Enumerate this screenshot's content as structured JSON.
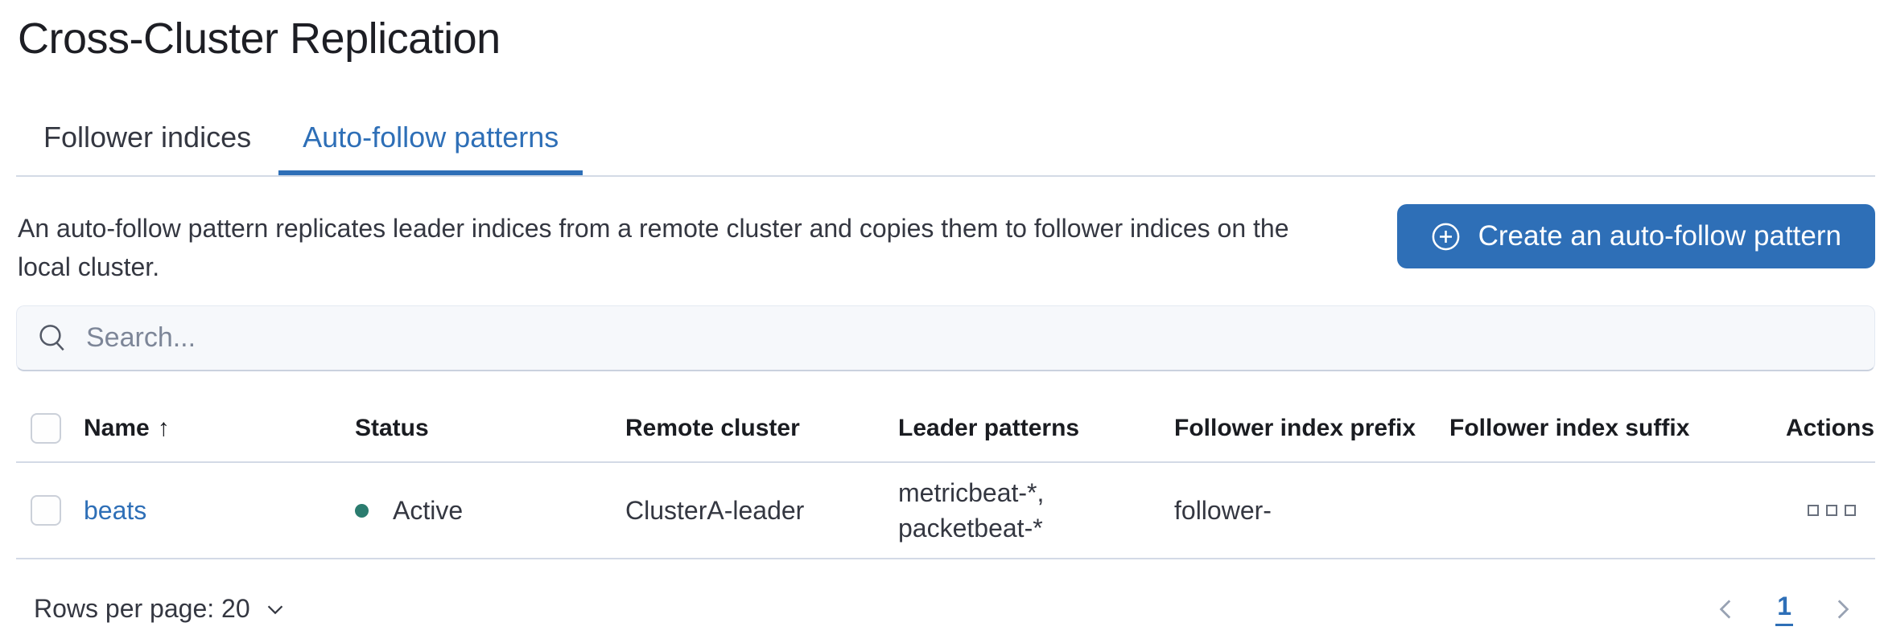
{
  "page": {
    "title": "Cross-Cluster Replication"
  },
  "tabs": [
    {
      "label": "Follower indices",
      "active": false
    },
    {
      "label": "Auto-follow patterns",
      "active": true
    }
  ],
  "description": {
    "full": "An auto-follow pattern replicates leader indices from a remote cluster and copies them to follower indices on the local cluster.",
    "line1": "An auto-follow pattern replicates leader indices from a remote cluster and copies them to follower indices on the",
    "line2": "local cluster."
  },
  "create_button": {
    "label": "Create an auto-follow pattern",
    "icon": "plus-in-circle-icon"
  },
  "search": {
    "placeholder": "Search...",
    "value": "",
    "icon": "search-icon"
  },
  "table": {
    "columns": {
      "name": "Name",
      "status": "Status",
      "remote_cluster": "Remote cluster",
      "leader_patterns": "Leader patterns",
      "follower_index_prefix": "Follower index prefix",
      "follower_index_suffix": "Follower index suffix",
      "actions": "Actions"
    },
    "sort": {
      "column": "Name",
      "direction": "ascending",
      "glyph": "↑"
    },
    "rows": [
      {
        "name": "beats",
        "status": "Active",
        "remote_cluster": "ClusterA-leader",
        "leader_patterns_line1": "metricbeat-*,",
        "leader_patterns_line2": "packetbeat-*",
        "follower_index_prefix": "follower-",
        "follower_index_suffix": "",
        "actions_icon": "boxes-horizontal-icon"
      }
    ]
  },
  "footer": {
    "rows_per_page_label": "Rows per page: 20",
    "pagination": {
      "current_page": "1",
      "prev_icon": "chevron-left-icon",
      "next_icon": "chevron-right-icon"
    }
  },
  "colors": {
    "primary_blue": "#2e6fb7",
    "link_blue": "#2e6fb7",
    "active_dot_green": "#2b7c6f",
    "text": "#343741",
    "title_text": "#1d1e24",
    "muted_gray": "#69707d",
    "pagination_gray": "#98a2b3",
    "border_gray": "#d3dae6",
    "search_background": "#f6f8fb"
  }
}
